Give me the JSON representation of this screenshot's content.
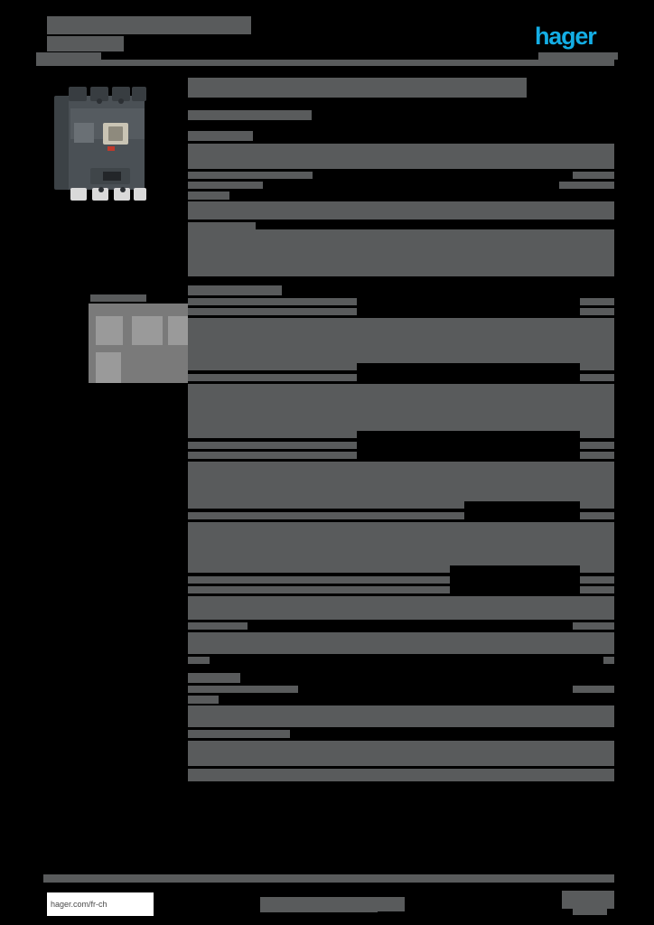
{
  "document": {
    "type": "product-datasheet",
    "background_color": "#000000",
    "redaction_color": "#595b5c",
    "brand_color": "#14aee5"
  },
  "header": {
    "title_redacted": true,
    "subtitle_redacted": true,
    "logo": {
      "text": "hager",
      "color": "#14aee5",
      "name": "hager-logo"
    },
    "rule": true
  },
  "left_column": {
    "product_image": {
      "name": "mccb-product-photo",
      "alt": "moulded case circuit breaker",
      "caption_redacted": true
    },
    "thumbnails": {
      "panel_color": "#7a7a7a",
      "count": 5,
      "items": [
        {
          "name": "thumbnail-1"
        },
        {
          "name": "thumbnail-2"
        },
        {
          "name": "thumbnail-3"
        },
        {
          "name": "thumbnail-4"
        },
        {
          "name": "thumbnail-5"
        }
      ]
    }
  },
  "main": {
    "title_redacted": true,
    "subtitle_redacted": true,
    "sections": [
      {
        "name": "section-1",
        "heading_width": 72,
        "rows": [
          {
            "h": 28,
            "val_left": 0,
            "val_w": 0,
            "sep": 3
          },
          {
            "h": 8,
            "val_left": 138,
            "val_w": 288,
            "sep": 3
          },
          {
            "h": 8,
            "val_left": 83,
            "val_w": 328,
            "sep": 3
          },
          {
            "h": 9,
            "val_left": 46,
            "val_w": 426,
            "sep": 2
          },
          {
            "h": 20,
            "val_left": 0,
            "val_w": 0,
            "sep": 3
          },
          {
            "h": 8,
            "val_left": 75,
            "val_w": 397,
            "sep": 0
          },
          {
            "h": 52,
            "val_left": 0,
            "val_w": 0,
            "sep": 4
          }
        ]
      },
      {
        "name": "section-2",
        "heading_width": 104,
        "rows": [
          {
            "h": 8,
            "val_left": 187,
            "val_w": 247,
            "sep": 3
          },
          {
            "h": 8,
            "val_left": 187,
            "val_w": 247,
            "sep": 3
          },
          {
            "h": 50,
            "val_left": 0,
            "val_w": 0,
            "sep": 0
          },
          {
            "h": 8,
            "val_left": 187,
            "val_w": 247,
            "sep": 4
          },
          {
            "h": 8,
            "val_left": 187,
            "val_w": 247,
            "sep": 3
          },
          {
            "h": 52,
            "val_left": 0,
            "val_w": 0,
            "sep": 0
          },
          {
            "h": 8,
            "val_left": 187,
            "val_w": 247,
            "sep": 4
          },
          {
            "h": 8,
            "val_left": 187,
            "val_w": 247,
            "sep": 3
          },
          {
            "h": 8,
            "val_left": 187,
            "val_w": 247,
            "sep": 3
          },
          {
            "h": 44,
            "val_left": 0,
            "val_w": 0,
            "sep": 0
          },
          {
            "h": 8,
            "val_left": 306,
            "val_w": 128,
            "sep": 4
          },
          {
            "h": 8,
            "val_left": 306,
            "val_w": 128,
            "sep": 3
          },
          {
            "h": 48,
            "val_left": 0,
            "val_w": 0,
            "sep": 0
          },
          {
            "h": 8,
            "val_left": 290,
            "val_w": 144,
            "sep": 4
          },
          {
            "h": 8,
            "val_left": 290,
            "val_w": 144,
            "sep": 3
          },
          {
            "h": 8,
            "val_left": 290,
            "val_w": 144,
            "sep": 3
          },
          {
            "h": 26,
            "val_left": 0,
            "val_w": 0,
            "sep": 3
          },
          {
            "h": 8,
            "val_left": 66,
            "val_w": 360,
            "sep": 3
          },
          {
            "h": 24,
            "val_left": 0,
            "val_w": 0,
            "sep": 3
          },
          {
            "h": 8,
            "val_left": 24,
            "val_w": 436,
            "sep": 4
          }
        ]
      },
      {
        "name": "section-3",
        "heading_width": 58,
        "rows": [
          {
            "h": 8,
            "val_left": 122,
            "val_w": 304,
            "sep": 3
          },
          {
            "h": 9,
            "val_left": 34,
            "val_w": 438,
            "sep": 2
          },
          {
            "h": 24,
            "val_left": 0,
            "val_w": 0,
            "sep": 3
          },
          {
            "h": 9,
            "val_left": 113,
            "val_w": 359,
            "sep": 3
          },
          {
            "h": 28,
            "val_left": 0,
            "val_w": 0,
            "sep": 3
          },
          {
            "h": 14,
            "val_left": 0,
            "val_w": 0,
            "sep": 0
          }
        ]
      }
    ]
  },
  "footer": {
    "url": "hager.com/fr-ch",
    "center_text_redacted": true,
    "page_number_redacted": true
  }
}
